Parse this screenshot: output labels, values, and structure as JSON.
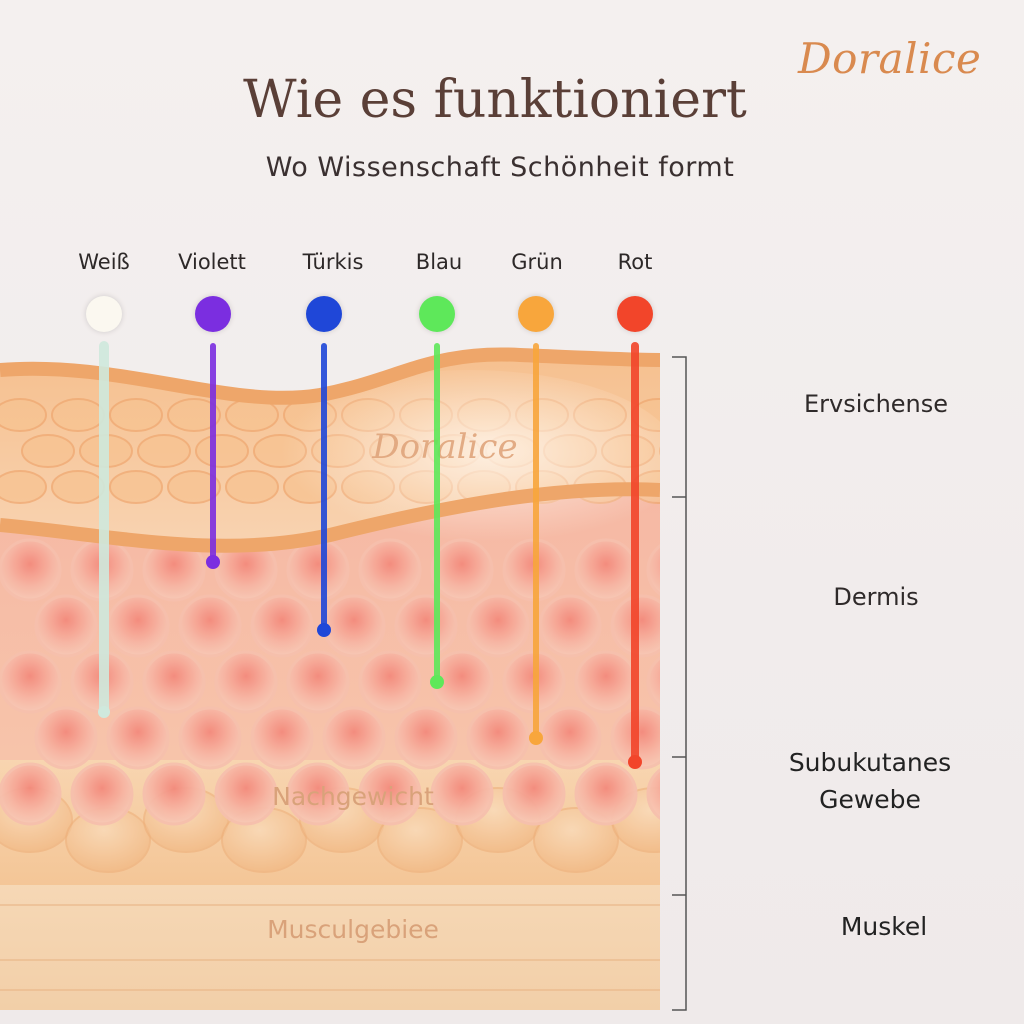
{
  "brand": "Doralice",
  "title": "Wie es funktioniert",
  "subtitle": "Wo Wissenschaft Schönheit formt",
  "lights": [
    {
      "label": "Weiß",
      "color": "#fbf8f0",
      "depth": "deep"
    },
    {
      "label": "Violett",
      "color": "#7b2ee0",
      "depth": "shallow"
    },
    {
      "label": "Türkis",
      "color": "#1f47d8",
      "depth": "mid"
    },
    {
      "label": "Blau",
      "color": "#5ee85a",
      "depth": "mid-deep"
    },
    {
      "label": "Grün",
      "color": "#f8a63c",
      "depth": "deep"
    },
    {
      "label": "Rot",
      "color": "#f2452a",
      "depth": "deepest"
    }
  ],
  "layers": [
    {
      "label": "Ervsichense"
    },
    {
      "label": "Dermis"
    },
    {
      "label": "Subukutanes",
      "label2": "Gewebe"
    },
    {
      "label": "Muskel"
    }
  ],
  "inline_labels": {
    "epidermis_watermark": "Doralice",
    "subcutis": "Nachgewicht",
    "muscle": "Musculgebiee"
  }
}
